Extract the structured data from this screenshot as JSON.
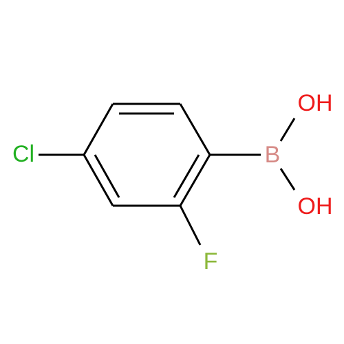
{
  "molecule": {
    "atoms": {
      "chlorine": {
        "label": "Cl",
        "color": "#22b022"
      },
      "fluorine": {
        "label": "F",
        "color": "#8cb83a"
      },
      "boron": {
        "label": "B",
        "color": "#d68a86"
      },
      "hydroxyl_top": {
        "label": "OH",
        "color": "#ee1c1c"
      },
      "hydroxyl_bottom": {
        "label": "OH",
        "color": "#ee1c1c"
      }
    },
    "bond_color": "#000000"
  }
}
